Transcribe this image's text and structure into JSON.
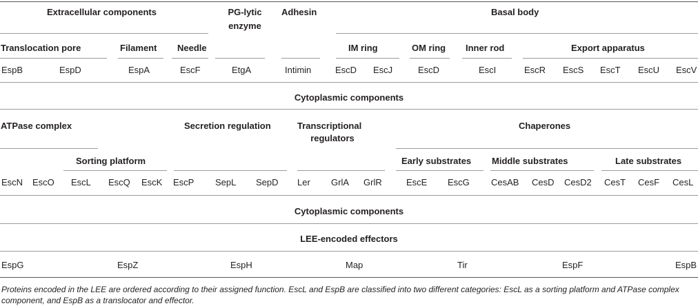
{
  "table": {
    "extracellular": {
      "group": "Extracellular components",
      "translocation_pore": {
        "label": "Translocation pore",
        "items": [
          "EspB",
          "EspD"
        ]
      },
      "filament": {
        "label": "Filament",
        "items": [
          "EspA"
        ]
      },
      "needle": {
        "label": "Needle",
        "items": [
          "EscF"
        ]
      }
    },
    "pg_lytic": {
      "label_line1": "PG-lytic",
      "label_line2": "enzyme",
      "items": [
        "EtgA"
      ]
    },
    "adhesin": {
      "label": "Adhesin",
      "items": [
        "Intimin"
      ]
    },
    "basal_body": {
      "group": "Basal body",
      "im_ring": {
        "label": "IM ring",
        "items": [
          "EscD",
          "EscJ"
        ]
      },
      "om_ring": {
        "label": "OM ring",
        "items": [
          "EscD"
        ]
      },
      "inner_rod": {
        "label": "Inner rod",
        "items": [
          "EscI"
        ]
      },
      "export_apparatus": {
        "label": "Export apparatus",
        "items": [
          "EscR",
          "EscS",
          "EscT",
          "EscU",
          "EscV"
        ]
      }
    },
    "cytoplasmic_1": "Cytoplasmic components",
    "atpase": {
      "group": "ATPase complex",
      "items": [
        "EscN",
        "EscO"
      ],
      "sorting_platform": {
        "label": "Sorting platform",
        "items": [
          "EscL",
          "EscQ",
          "EscK"
        ]
      }
    },
    "secretion_regulation": {
      "label": "Secretion regulation",
      "items": [
        "EscP",
        "SepL",
        "SepD"
      ]
    },
    "transcriptional": {
      "label_line1": "Transcriptional",
      "label_line2": "regulators",
      "items": [
        "Ler",
        "GrlA",
        "GrlR"
      ]
    },
    "chaperones": {
      "group": "Chaperones",
      "early": {
        "label": "Early substrates",
        "items": [
          "EscE",
          "EscG"
        ]
      },
      "middle": {
        "label": "Middle substrates",
        "items": [
          "CesAB",
          "CesD",
          "CesD2"
        ]
      },
      "late": {
        "label": "Late substrates",
        "items": [
          "CesT",
          "CesF",
          "CesL"
        ]
      }
    },
    "cytoplasmic_2": "Cytoplasmic components",
    "effectors": {
      "label": "LEE-encoded effectors",
      "items": [
        "EspG",
        "EspZ",
        "EspH",
        "Map",
        "Tir",
        "EspF",
        "EspB"
      ]
    }
  },
  "caption": "Proteins encoded in the LEE are ordered according to their assigned function. EscL and EspB are classified into two different categories: EscL as a sorting platform and ATPase complex component, and EspB as a translocator and effector."
}
